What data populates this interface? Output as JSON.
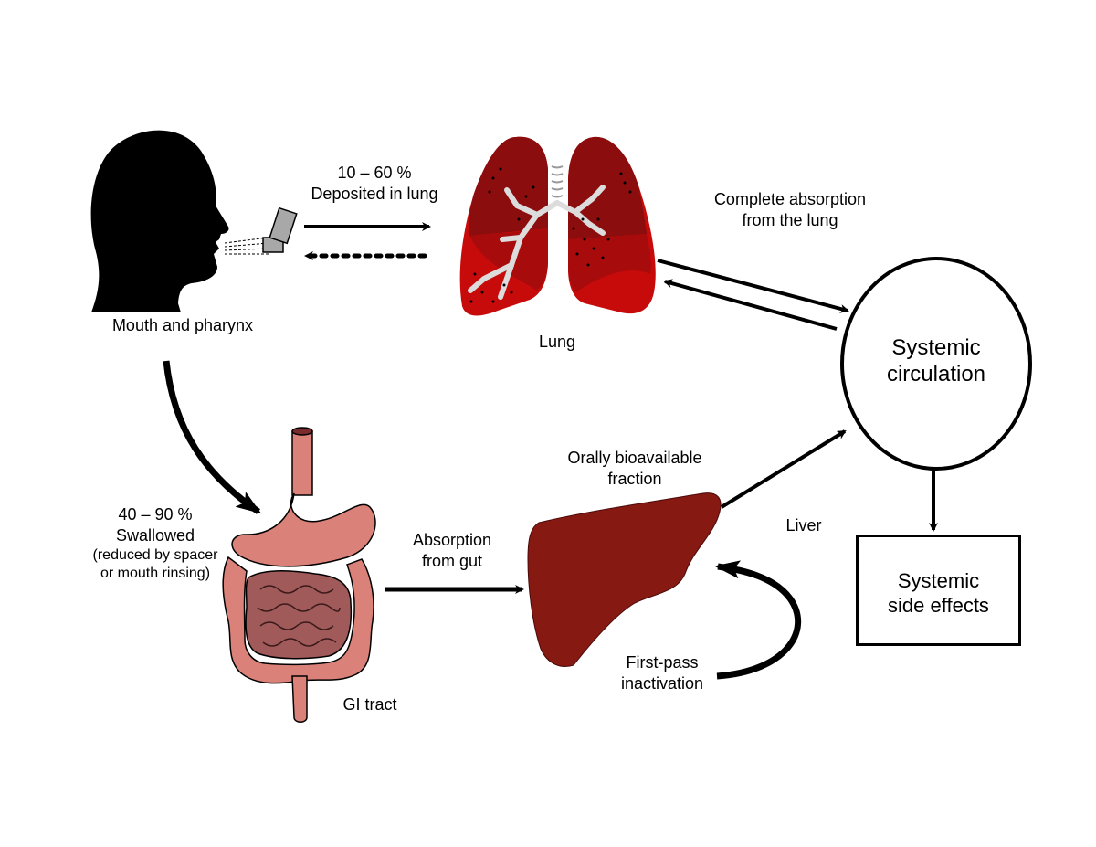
{
  "labels": {
    "deposited_pct": "10 – 60 %",
    "deposited_text": "Deposited in lung",
    "mouth": "Mouth and pharynx",
    "lung": "Lung",
    "complete_abs_1": "Complete absorption",
    "complete_abs_2": "from the lung",
    "systemic_1": "Systemic",
    "systemic_2": "circulation",
    "swallowed_pct": "40 – 90 %",
    "swallowed_text": "Swallowed",
    "reduced_1": "(reduced by spacer",
    "reduced_2": "or mouth rinsing)",
    "abs_gut_1": "Absorption",
    "abs_gut_2": "from gut",
    "oral_1": "Orally bioavailable",
    "oral_2": "fraction",
    "liver": "Liver",
    "side_1": "Systemic",
    "side_2": "side effects",
    "firstpass_1": "First-pass",
    "firstpass_2": "inactivation",
    "gi": "GI tract"
  },
  "colors": {
    "lung_dark": "#8b0d0d",
    "lung_mid": "#a80b0b",
    "lung_bright": "#c70b0b",
    "liver": "#871913",
    "stomach": "#da8179",
    "intestine": "#a15a5a",
    "inhaler": "#a8a8a8",
    "airway": "#dcdcdc"
  }
}
